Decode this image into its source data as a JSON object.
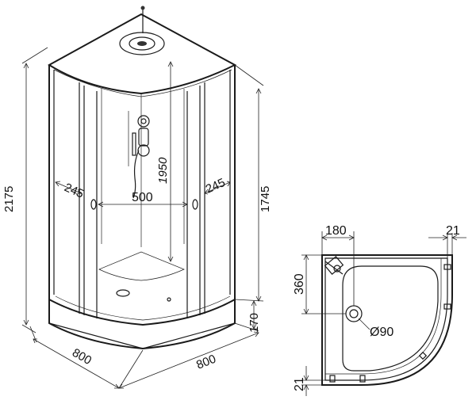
{
  "front_view": {
    "overall_height": "2175",
    "cabin_height": "1745",
    "inner_height": "1950",
    "door_side_left": "245",
    "door_side_right": "245",
    "door_opening": "500",
    "tray_height": "170",
    "depth_left": "800",
    "depth_right": "800"
  },
  "plan_view": {
    "drain_offset_x": "180",
    "drain_offset_y": "360",
    "wall_gap_right": "21",
    "wall_gap_bottom": "21",
    "drain_diameter": "Ø90"
  },
  "colors": {
    "line": "#1a1a1a",
    "background": "#ffffff"
  }
}
